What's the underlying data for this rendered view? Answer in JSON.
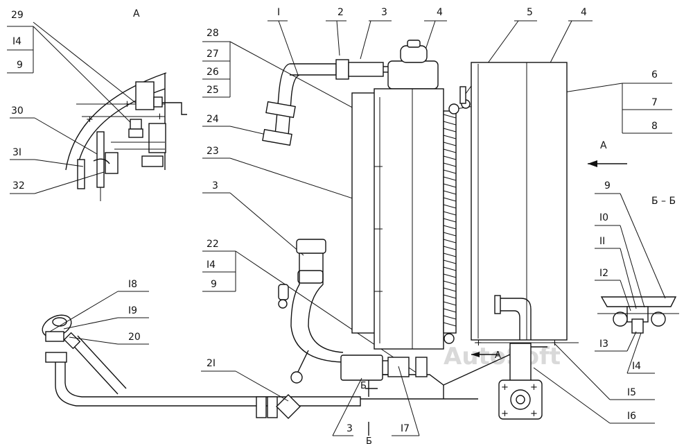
{
  "title": "",
  "watermark": "AutoSoft",
  "views": {
    "view_a_title": "А",
    "section_title": "Б – Б",
    "arrow_a": "А",
    "arrow_a2": "А",
    "section_mark_top": "Б",
    "section_mark_bottom": "Б"
  },
  "callouts": {
    "c29": "29",
    "c14a": "I4",
    "c9a": "9",
    "c30": "30",
    "c31": "3I",
    "c32": "32",
    "c28": "28",
    "c27": "27",
    "c26": "26",
    "c25": "25",
    "c24": "24",
    "c23": "23",
    "c3a": "3",
    "c22": "22",
    "c14b": "I4",
    "c9b": "9",
    "c18": "I8",
    "c19": "I9",
    "c20": "20",
    "c21": "2I",
    "c3b": "3",
    "c17": "I7",
    "c1": "I",
    "c2": "2",
    "c3c": "3",
    "c4a": "4",
    "c5": "5",
    "c4b": "4",
    "c6": "6",
    "c7": "7",
    "c8": "8",
    "c9c": "9",
    "c10": "I0",
    "c11": "II",
    "c12": "I2",
    "c13": "I3",
    "c14c": "I4",
    "c15": "I5",
    "c16": "I6"
  }
}
